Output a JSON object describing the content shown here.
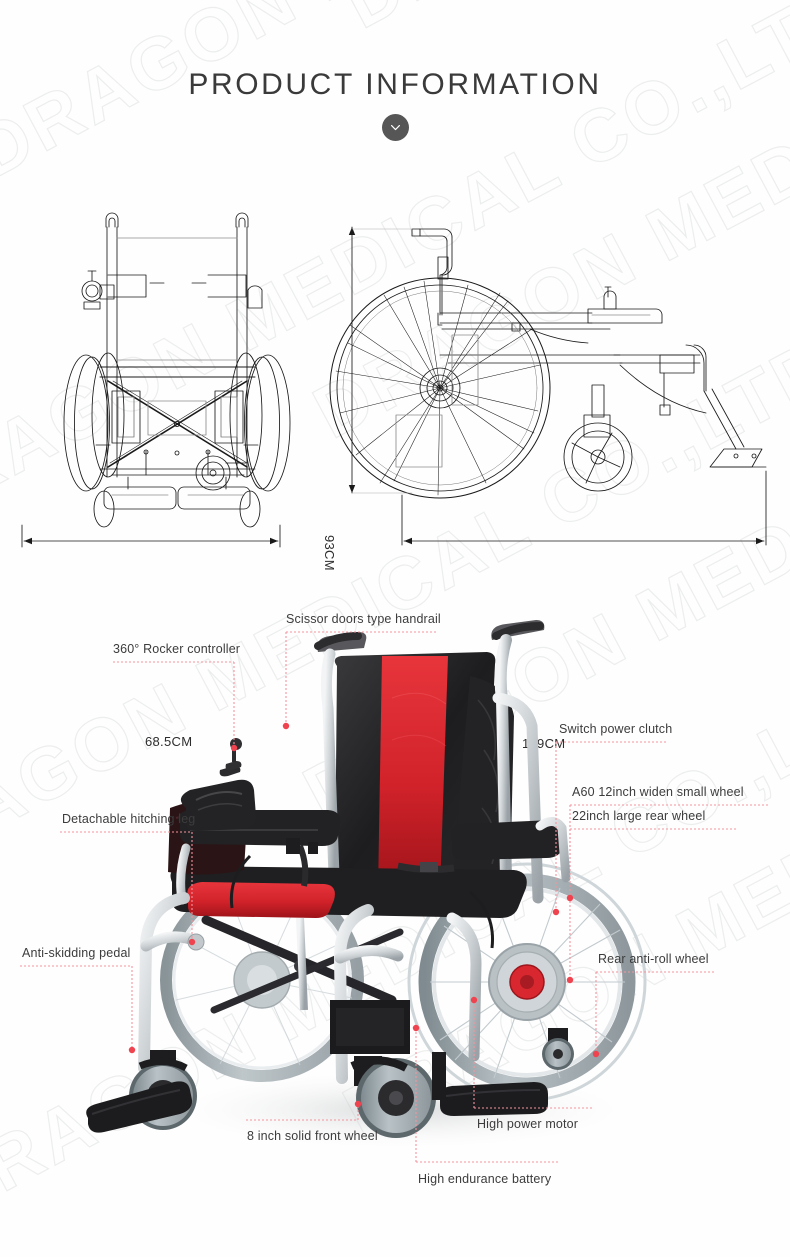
{
  "header": {
    "title": "PRODUCT INFORMATION",
    "scroll_icon": "chevron-down-icon"
  },
  "watermark": {
    "text": "DRAGON MEDICAL CO.,LTD"
  },
  "drawings": {
    "front_view": {
      "name": "wheelchair-front-view",
      "width_label": "68.5CM"
    },
    "side_view": {
      "name": "wheelchair-side-view",
      "height_label": "93CM",
      "length_label": "109CM"
    }
  },
  "product_photo": {
    "name": "electric-wheelchair-photo",
    "callouts": [
      {
        "id": "scissor",
        "label": "Scissor doors type handrail"
      },
      {
        "id": "rocker",
        "label": "360° Rocker controller"
      },
      {
        "id": "switch",
        "label": "Switch power clutch"
      },
      {
        "id": "a60",
        "label": "A60 12inch widen small wheel"
      },
      {
        "id": "rear22",
        "label": "22inch large rear wheel"
      },
      {
        "id": "detachable",
        "label": "Detachable hitching leg"
      },
      {
        "id": "antiskid",
        "label": "Anti-skidding pedal"
      },
      {
        "id": "rearantiroll",
        "label": "Rear anti-roll wheel"
      },
      {
        "id": "front8",
        "label": "8 inch solid front wheel"
      },
      {
        "id": "motor",
        "label": "High power motor"
      },
      {
        "id": "battery",
        "label": "High endurance battery"
      }
    ]
  },
  "colors": {
    "title_text": "#3a3a3a",
    "callout_text": "#3c3c3c",
    "leader_line": "#f4949e",
    "leader_dot": "#ef4450",
    "badge": "#565656",
    "seat_red": "#d8232a",
    "seat_black": "#1e1e1e",
    "frame_silver": "#cdd0d2",
    "tire_gray": "#a8b2b6",
    "drawing_line": "#1a1a1a",
    "watermark_stroke": "#eceded",
    "background": "#fefefe"
  }
}
